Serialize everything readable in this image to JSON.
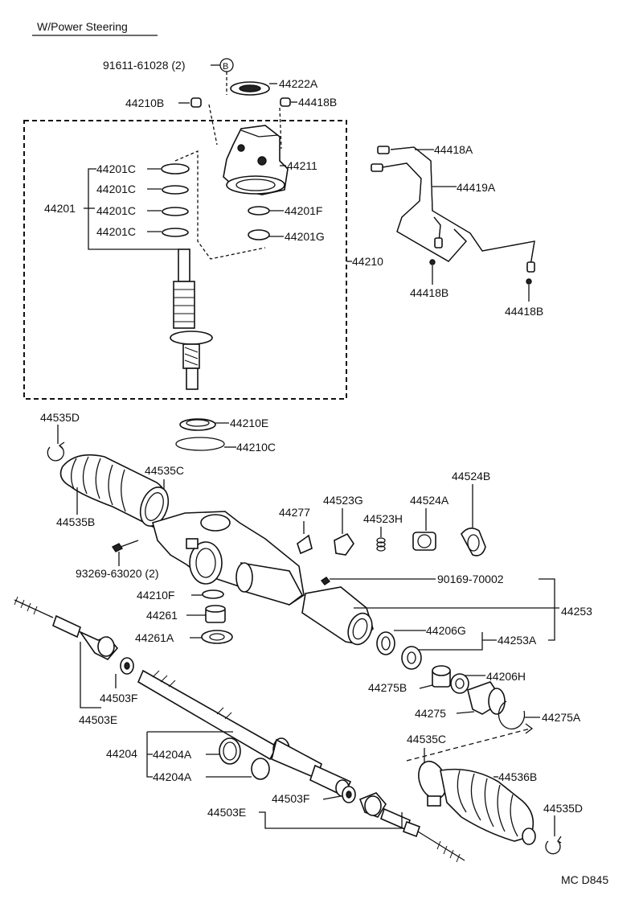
{
  "diagram": {
    "title": "W/Power Steering",
    "code": "MC D845",
    "labels": {
      "p91611": "91611-61028 (2)",
      "circle_b": "B",
      "p44222A": "44222A",
      "p44210B": "44210B",
      "p44418B_top": "44418B",
      "p44211": "44211",
      "p44201C_1": "44201C",
      "p44201C_2": "44201C",
      "p44201C_3": "44201C",
      "p44201C_4": "44201C",
      "p44201": "44201",
      "p44201F": "44201F",
      "p44201G": "44201G",
      "p44210": "44210",
      "p44418A": "44418A",
      "p44419A": "44419A",
      "p44418B_l": "44418B",
      "p44418B_r": "44418B",
      "p44535D_top": "44535D",
      "p44210E": "44210E",
      "p44210C": "44210C",
      "p44535C_top": "44535C",
      "p44535B": "44535B",
      "p93269": "93269-63020 (2)",
      "p44524B": "44524B",
      "p44277": "44277",
      "p44523G": "44523G",
      "p44524A": "44524A",
      "p44523H": "44523H",
      "p90169": "90169-70002",
      "p44253": "44253",
      "p44210F": "44210F",
      "p44261": "44261",
      "p44261A": "44261A",
      "p44206G": "44206G",
      "p44253A": "44253A",
      "p44206H": "44206H",
      "p44503F_l": "44503F",
      "p44503E_l": "44503E",
      "p44275B": "44275B",
      "p44275": "44275",
      "p44275A": "44275A",
      "p44204": "44204",
      "p44204A_1": "44204A",
      "p44204A_2": "44204A",
      "p44535C_bot": "44535C",
      "p44536B": "44536B",
      "p44535D_bot": "44535D",
      "p44503E_r": "44503E",
      "p44503F_r": "44503F"
    }
  }
}
